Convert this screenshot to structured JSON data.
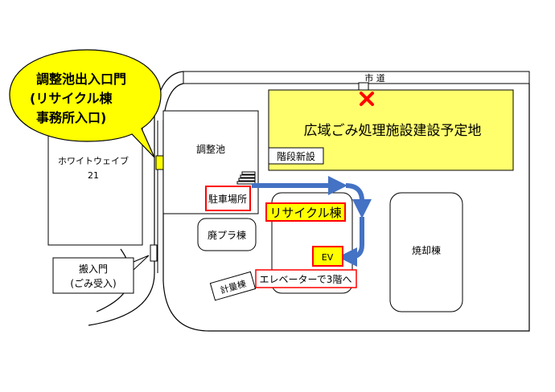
{
  "callout": {
    "lines": [
      "調整池出入口門",
      "(リサイクル棟",
      "事務所入口)"
    ],
    "fill": "#ffff00"
  },
  "labels": {
    "road": "市 道",
    "site": "広域ごみ処理施設建設予定地",
    "pond": "調整池",
    "white_wave_1": "ホワイトウェイブ",
    "white_wave_2": "21",
    "stairs": "階段新設",
    "parking": "駐車場所",
    "recycle": "リサイクル棟",
    "plastic": "廃プラ棟",
    "ev": "EV",
    "elevator_note": "エレベーターで3階へ",
    "weighing": "計量棟",
    "incinerator": "焼却棟",
    "gate_1": "搬入門",
    "gate_2": "(ごみ受入)"
  },
  "colors": {
    "site_fill": "#ffff6e",
    "marker_red": "#ff0000",
    "route_blue": "#4472c4",
    "gate_yellow": "#ffff00"
  },
  "icons": {
    "closed_marker": "x-mark-icon",
    "route": "route-arrow-icon",
    "stairs": "stairs-icon"
  }
}
